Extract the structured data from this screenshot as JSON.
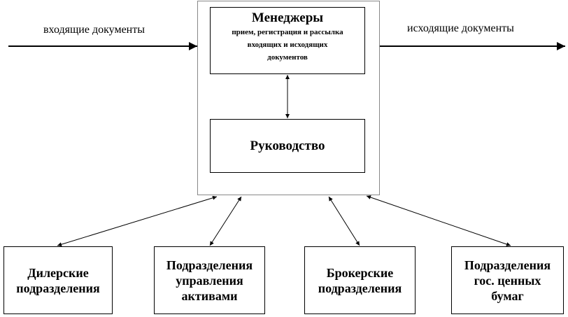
{
  "incoming_label": "входящие документы",
  "outgoing_label": "исходящие документы",
  "managers": {
    "title": "Менеджеры",
    "subtitle": [
      "прием, регистрация и рассылка",
      "входящих  и исходящих",
      "документов"
    ]
  },
  "leadership": "Руководство",
  "departments": [
    [
      "Дилерские",
      "подразделения"
    ],
    [
      "Подразделения",
      "управления",
      "активами"
    ],
    [
      "Брокерские",
      "подразделения"
    ],
    [
      "Подразделения",
      "гос. ценных",
      "бумаг"
    ]
  ]
}
